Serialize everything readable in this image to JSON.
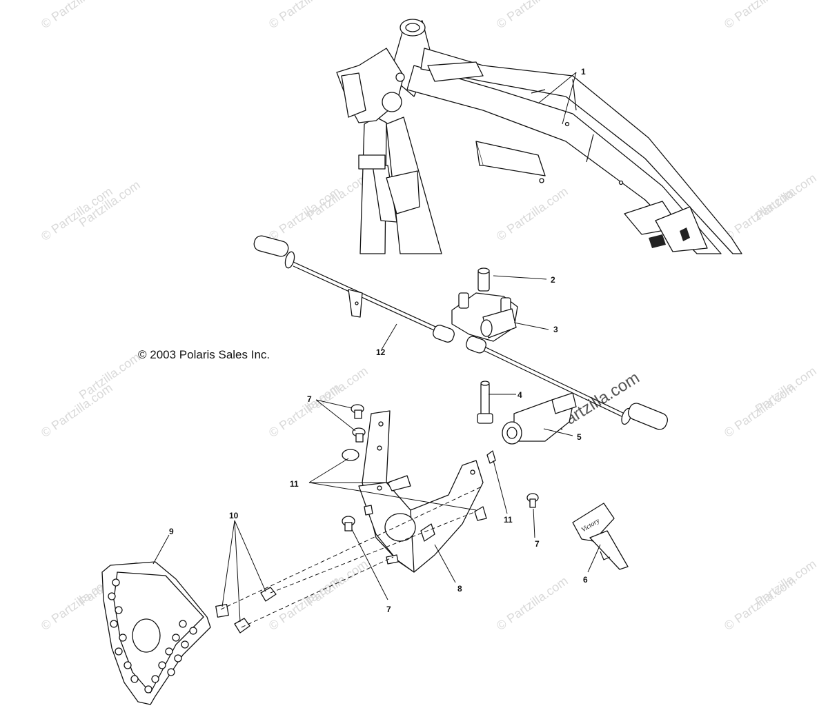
{
  "copyright": "© 2003 Polaris Sales Inc.",
  "watermark": {
    "text": "© Partzilla.com",
    "diagonal_text": "Partzilla.com"
  },
  "callouts": {
    "c1": "1",
    "c2": "2",
    "c3": "3",
    "c4": "4",
    "c5": "5",
    "c6": "6",
    "c7a": "7",
    "c7b": "7",
    "c7c": "7",
    "c8": "8",
    "c9": "9",
    "c10": "10",
    "c11a": "11",
    "c11b": "11",
    "c12": "12"
  },
  "key_logo": "Victory",
  "colors": {
    "line": "#111111",
    "watermark": "#d9d9d9",
    "background": "#ffffff"
  }
}
